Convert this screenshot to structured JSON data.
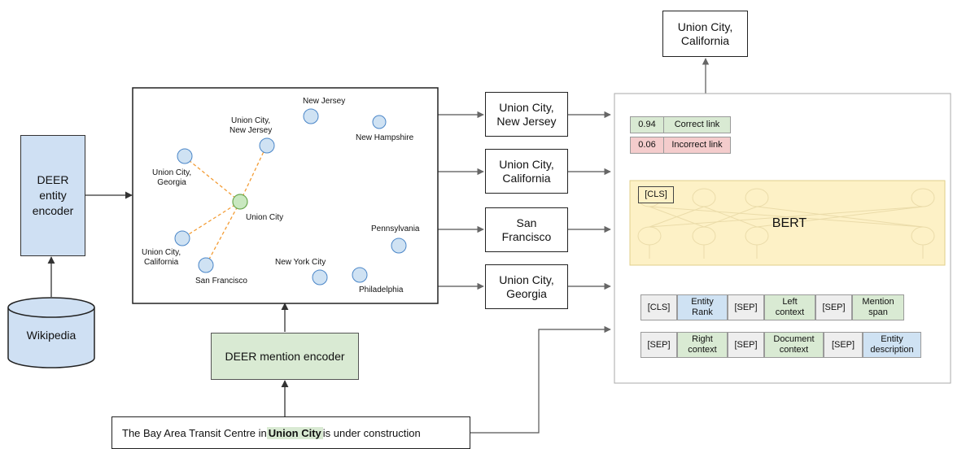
{
  "wikipedia_label": "Wikipedia",
  "entity_encoder_label": "DEER\nentity\nencoder",
  "mention_encoder_label": "DEER mention encoder",
  "sentence": {
    "before": "The Bay Area Transit Centre in ",
    "mention": "Union City",
    "after": " is under construction"
  },
  "embedding_space": {
    "center_node": "Union City",
    "nodes": [
      "New Jersey",
      "Union City,\nNew Jersey",
      "New Hampshire",
      "Union City,\nGeorgia",
      "Pennsylvania",
      "Union City,\nCalifornia",
      "San Francisco",
      "New York City",
      "Philadelphia"
    ]
  },
  "candidates": [
    "Union City,\nNew Jersey",
    "Union City,\nCalifornia",
    "San\nFrancisco",
    "Union City,\nGeorgia"
  ],
  "output_label": "Union City,\nCalifornia",
  "scores": {
    "correct_value": "0.94",
    "correct_label": "Correct link",
    "incorrect_value": "0.06",
    "incorrect_label": "Incorrect link"
  },
  "bert": {
    "title": "BERT",
    "cls_label": "[CLS]"
  },
  "input_row_1": [
    "[CLS]",
    "Entity\nRank",
    "[SEP]",
    "Left\ncontext",
    "[SEP]",
    "Mention\nspan"
  ],
  "input_row_2": [
    "[SEP]",
    "Right\ncontext",
    "[SEP]",
    "Document\ncontext",
    "[SEP]",
    "Entity\ndescription"
  ],
  "colors": {
    "entity_blue": "#cfe0f3",
    "mention_green": "#d9ead3",
    "center_node_green": "#c9e8c0",
    "edge_orange": "#f39c34",
    "bert_fill": "#fdf1c6",
    "incorrect_red": "#f4cccc"
  }
}
